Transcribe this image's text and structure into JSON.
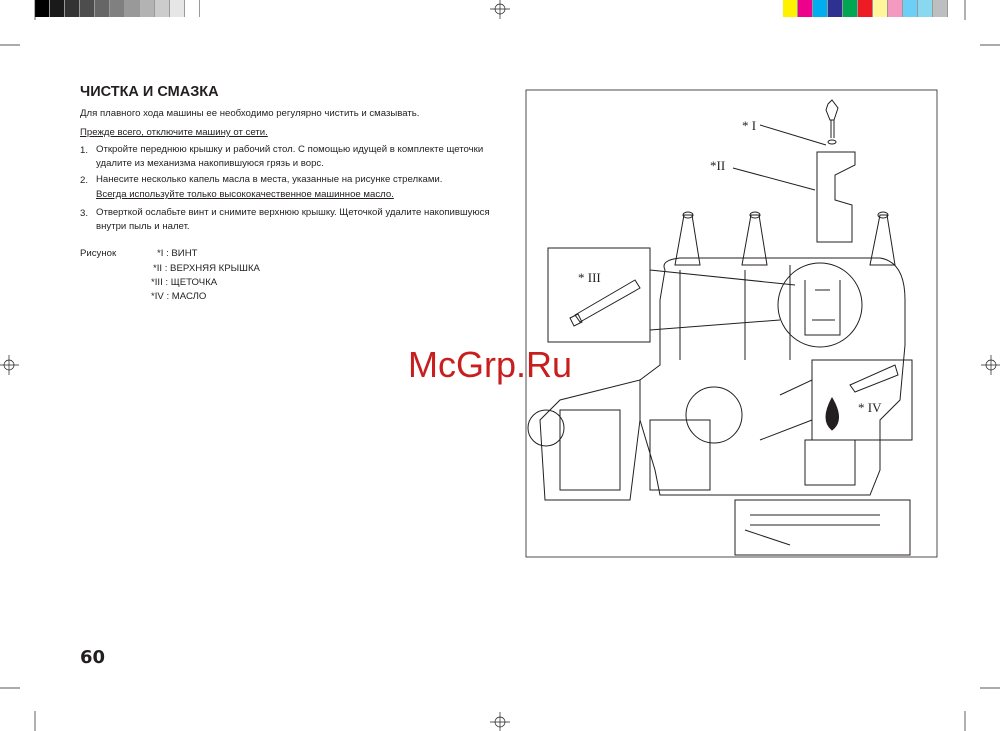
{
  "colors": {
    "gray_swatches": [
      "#000000",
      "#1a1a1a",
      "#333333",
      "#4d4d4d",
      "#666666",
      "#808080",
      "#999999",
      "#b3b3b3",
      "#cccccc",
      "#e6e6e6",
      "#ffffff"
    ],
    "color_swatches": [
      "#fff200",
      "#ec008c",
      "#00aeef",
      "#2e3192",
      "#00a651",
      "#ed1c24",
      "#fff799",
      "#f49ac1",
      "#6dcff6",
      "#8ad8f0",
      "#bcbec0"
    ]
  },
  "title": "ЧИСТКА И СМАЗКА",
  "intro": "Для плавного хода машины ее необходимо регулярно чистить и смазывать.",
  "warning": "Прежде всего, отключите машину от сети.",
  "steps": [
    {
      "num": "1.",
      "text": "Откройте переднюю крышку и рабочий стол. С помощью идущей в комплекте щеточки удалите из механизма накопившуюся грязь и ворс."
    },
    {
      "num": "2.",
      "text": "Нанесите несколько капель масла в места, указанные на рисунке стрелками.",
      "note": "Всегда используйте только высококачественное машинное масло."
    },
    {
      "num": "3.",
      "text": "Отверткой ослабьте винт и снимите верхнюю крышку. Щеточкой удалите накопившуюся внутри пыль и налет."
    }
  ],
  "legend": {
    "label": "Рисунок",
    "items": [
      "*I : ВИНТ",
      "*II : ВЕРХНЯЯ КРЫШКА",
      "*III : ЩЕТОЧКА",
      "*IV : МАСЛО"
    ]
  },
  "figure": {
    "labels": [
      "* I",
      "*II",
      "* III",
      "* IV"
    ]
  },
  "page_number": "60",
  "watermark": "McGrp.Ru"
}
